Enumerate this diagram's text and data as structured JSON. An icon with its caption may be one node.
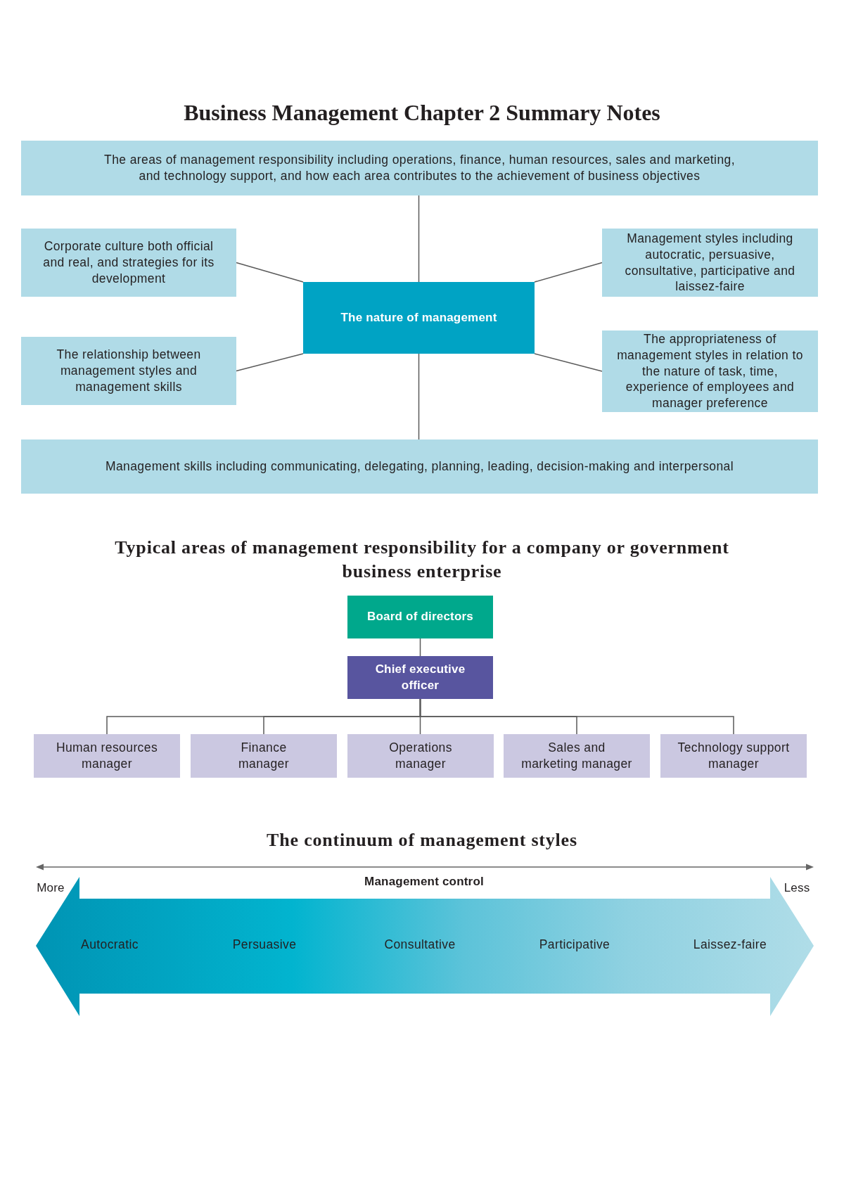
{
  "diagram": {
    "title": "Business Management Chapter 2 Summary Notes",
    "nodes": [
      {
        "text": [
          "The areas of management responsibility including operations, finance, human resources, sales and marketing, and technology support, and how each area contributes to the achievement of business objectives"
        ]
      },
      {
        "text": [
          "Corporate culture both official and real, and strategies for its development"
        ]
      },
      {
        "text": [
          "Management styles including autocratic, persuasive, consultative, participative and laissez-faire"
        ]
      },
      {
        "text": [
          "The nature of management"
        ]
      },
      {
        "text": [
          "The relationship between management styles and management skills"
        ]
      },
      {
        "text": [
          "The appropriateness of management styles in relation to the nature of task, time, experience of employees and manager preference"
        ]
      },
      {
        "text": [
          "Management skills including communicating, delegating, planning, leading, decision-making and interpersonal"
        ]
      },
      {
        "text": [
          "Board of directors"
        ]
      },
      {
        "text": [
          "Chief executive officer"
        ]
      },
      {
        "text": [
          "Human resources manager"
        ]
      },
      {
        "text": [
          "Finance manager"
        ]
      },
      {
        "text": [
          "Operations manager"
        ]
      },
      {
        "text": [
          "Sales and marketing manager"
        ]
      },
      {
        "text": [
          "Technology support manager"
        ]
      },
      {
        "text": [
          "Autocratic",
          "Persuasive",
          "Consultative",
          "Participative",
          "Laissez-faire"
        ]
      }
    ],
    "edges": [
      {
        "from": 3,
        "to": 0,
        "arrow": "none"
      },
      {
        "from": 3,
        "to": 1,
        "arrow": "none"
      },
      {
        "from": 3,
        "to": 2,
        "arrow": "none"
      },
      {
        "from": 3,
        "to": 4,
        "arrow": "none"
      },
      {
        "from": 3,
        "to": 5,
        "arrow": "none"
      },
      {
        "from": 3,
        "to": 6,
        "arrow": "none"
      },
      {
        "from": 7,
        "to": 8,
        "arrow": "none"
      },
      {
        "from": 8,
        "to": 9,
        "arrow": "none"
      },
      {
        "from": 8,
        "to": 10,
        "arrow": "none"
      },
      {
        "from": 8,
        "to": 11,
        "arrow": "none"
      },
      {
        "from": 8,
        "to": 12,
        "arrow": "none"
      },
      {
        "from": 8,
        "to": 13,
        "arrow": "none"
      }
    ],
    "labels": [
      "Typical areas of management responsibility for a company or government business enterprise",
      "The continuum of management styles",
      "More",
      "Management control",
      "Less"
    ]
  }
}
